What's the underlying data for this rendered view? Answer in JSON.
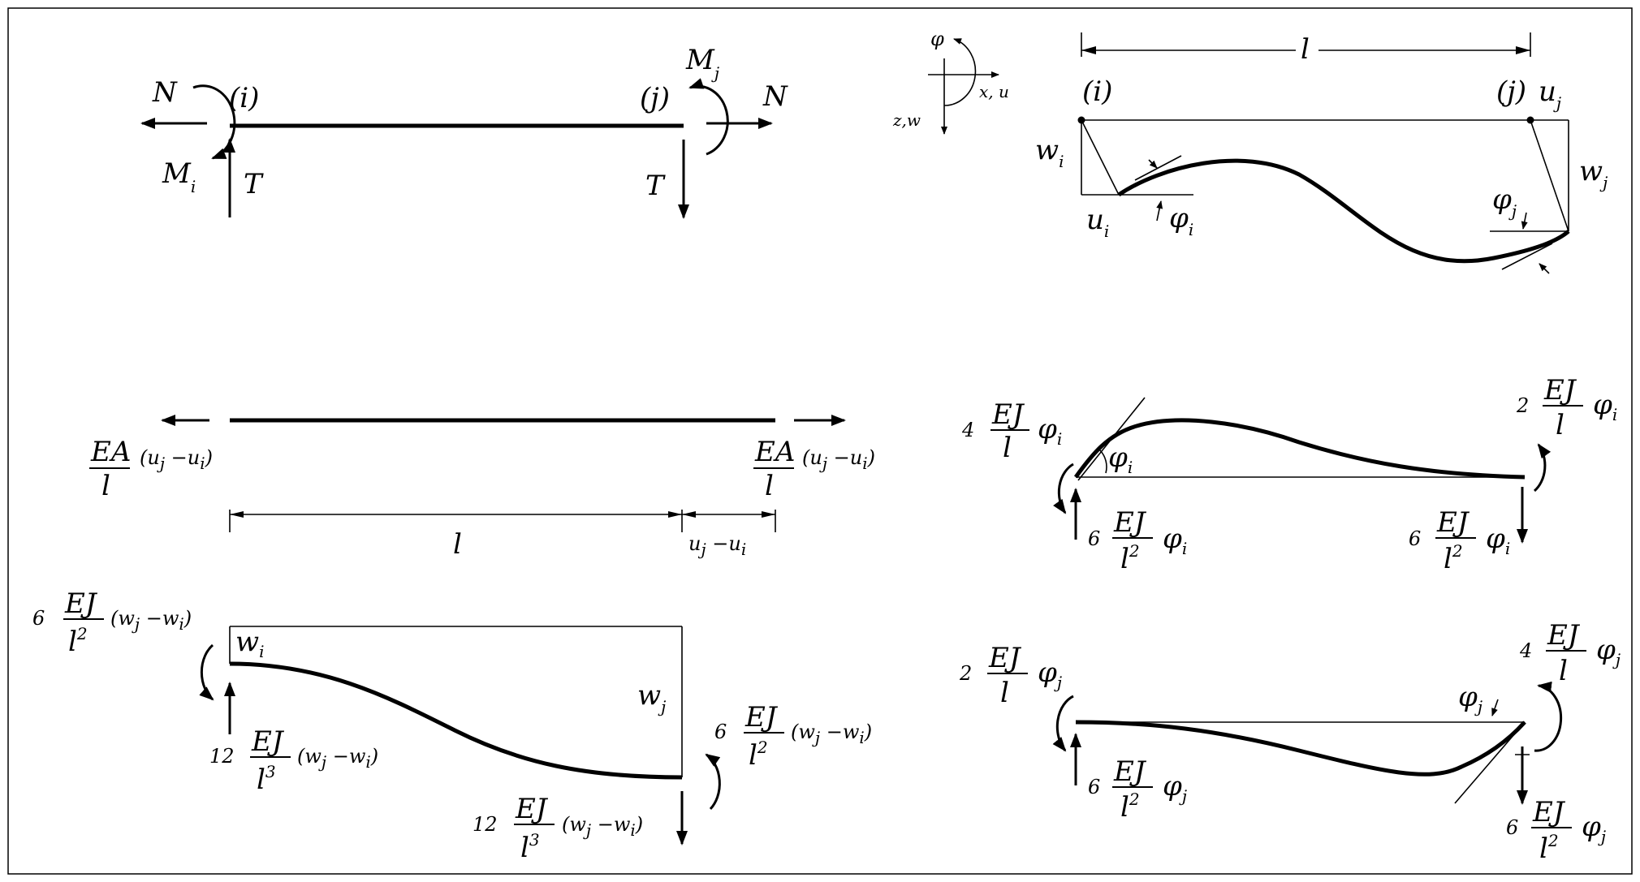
{
  "panel_a": {
    "force_n": "N",
    "node_i": "(i)",
    "node_j": "(j)",
    "moment_m": "M",
    "sub_i": "i",
    "sub_j": "j",
    "shear_t": "T"
  },
  "panel_b": {
    "axis_phi": "φ",
    "axis_x": "x, u",
    "axis_z": "z,w",
    "length": "l",
    "node_i": "(i)",
    "node_j": "(j)",
    "u": "u",
    "w": "w",
    "phi": "φ",
    "sub_i": "i",
    "sub_j": "j"
  },
  "panel_c": {
    "ea": "EA",
    "l": "l",
    "diff": "(u",
    "sub_j": "j",
    "minus": " −u",
    "sub_i": "i",
    "close": ")",
    "length": "l",
    "ext_u": "u",
    "ext_minus": " −u"
  },
  "panel_d": {
    "coef4": "4",
    "coef2": "2",
    "coef6": "6",
    "ej": "EJ",
    "l": "l",
    "l2": "l",
    "sup2": "2",
    "phi": "φ",
    "sub_i": "i"
  },
  "panel_e": {
    "coef6": "6",
    "coef12": "12",
    "ej": "EJ",
    "l": "l",
    "sup2": "2",
    "sup3": "3",
    "w": "w",
    "open": "(w",
    "minus": " −w",
    "close": ")",
    "sub_i": "i",
    "sub_j": "j"
  },
  "panel_f": {
    "coef2": "2",
    "coef4": "4",
    "coef6": "6",
    "ej": "EJ",
    "l": "l",
    "sup2": "2",
    "phi": "φ",
    "sub_j": "j"
  }
}
